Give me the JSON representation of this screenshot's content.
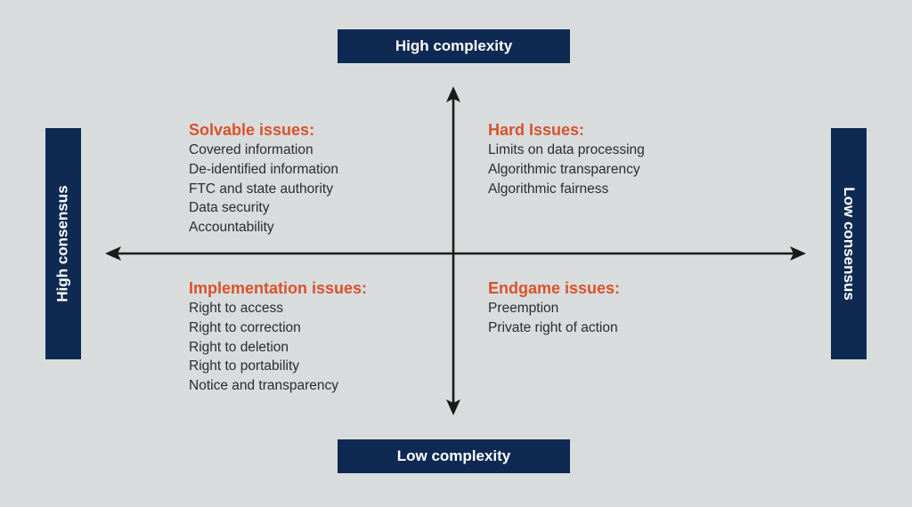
{
  "axes": {
    "top": "High complexity",
    "bottom": "Low complexity",
    "left": "High consensus",
    "right": "Low consensus"
  },
  "quadrants": {
    "top_left": {
      "heading": "Solvable issues:",
      "items": [
        "Covered information",
        "De-identified information",
        "FTC and state authority",
        "Data security",
        "Accountability"
      ]
    },
    "top_right": {
      "heading": "Hard Issues:",
      "items": [
        "Limits on data processing",
        "Algorithmic transparency",
        "Algorithmic fairness"
      ]
    },
    "bottom_left": {
      "heading": "Implementation issues:",
      "items": [
        "Right to access",
        "Right to correction",
        "Right to deletion",
        "Right to portability",
        "Notice and transparency"
      ]
    },
    "bottom_right": {
      "heading": "Endgame issues:",
      "items": [
        "Preemption",
        "Private right of action"
      ]
    }
  },
  "colors": {
    "background": "#d8dcdd",
    "label_box": "#0f2a52",
    "heading": "#d9522b",
    "text": "#2c2c2c",
    "arrow": "#1a1a1a"
  }
}
